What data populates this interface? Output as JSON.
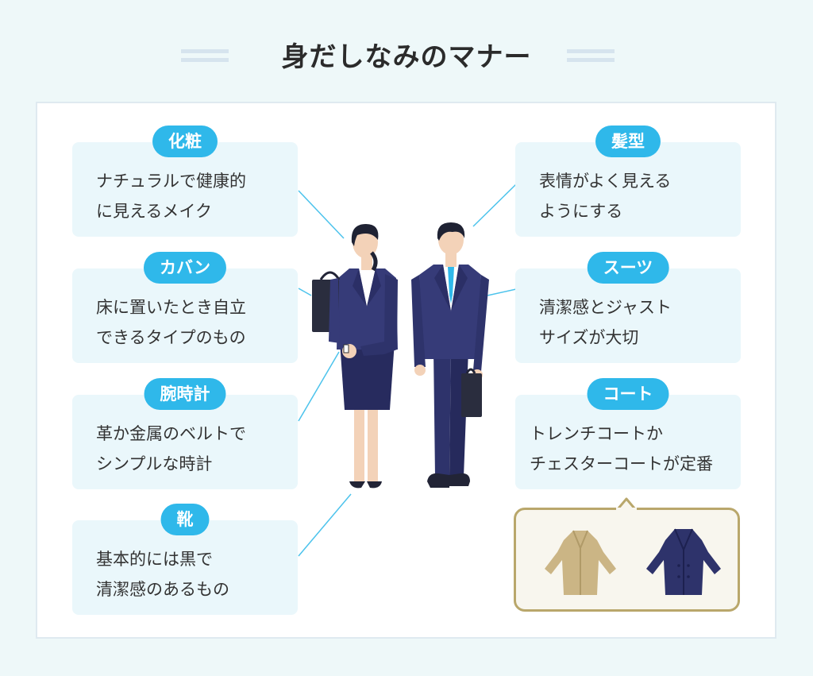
{
  "title": "身だしなみのマナー",
  "colors": {
    "accent": "#2fb8ea",
    "card": "#eaf7fb",
    "suit": "#2e336b",
    "coat_beige": "#cbb585",
    "coat_navy": "#2e336b"
  },
  "items": {
    "makeup": {
      "label": "化粧",
      "lines": [
        "ナチュラルで健康的",
        "に見えるメイク"
      ]
    },
    "bag": {
      "label": "カバン",
      "lines": [
        "床に置いたとき自立",
        "できるタイプのもの"
      ]
    },
    "watch": {
      "label": "腕時計",
      "lines": [
        "革か金属のベルトで",
        "シンプルな時計"
      ]
    },
    "shoes": {
      "label": "靴",
      "lines": [
        "基本的には黒で",
        "清潔感のあるもの"
      ]
    },
    "hairstyle": {
      "label": "髪型",
      "lines": [
        "表情がよく見える",
        "ようにする"
      ]
    },
    "suit": {
      "label": "スーツ",
      "lines": [
        "清潔感とジャスト",
        "サイズが大切"
      ]
    },
    "coat": {
      "label": "コート",
      "lines": [
        "トレンチコートか",
        "チェスターコートが定番"
      ]
    }
  },
  "icons": [
    "woman-in-suit-icon",
    "man-in-suit-icon",
    "trench-coat-icon",
    "chester-coat-icon"
  ]
}
